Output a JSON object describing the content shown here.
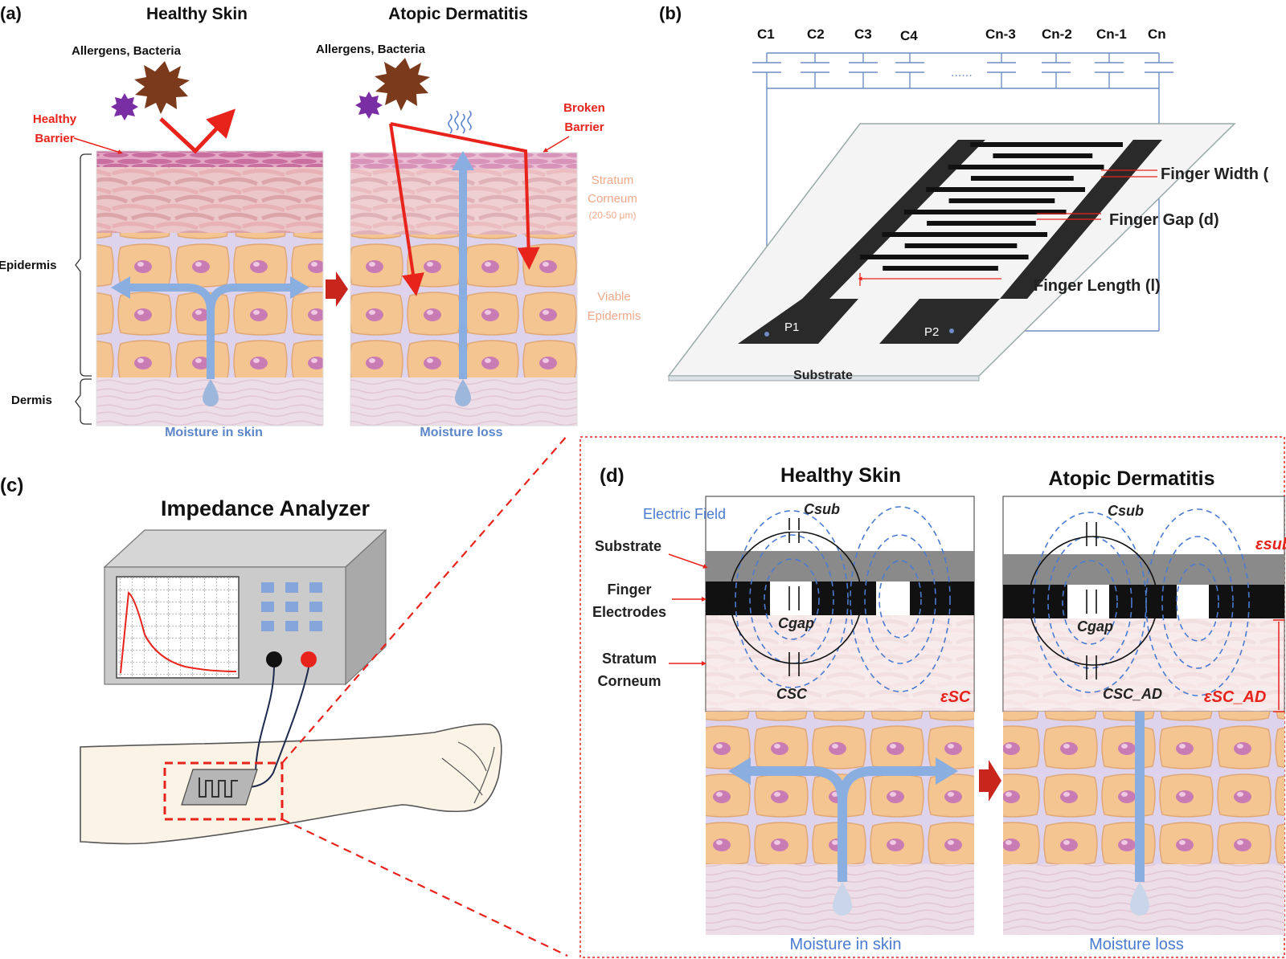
{
  "panel_a": {
    "label": "(a)",
    "title_healthy": "Healthy Skin",
    "title_ad": "Atopic Dermatitis",
    "allergens_left": "Allergens, Bacteria",
    "allergens_right": "Allergens, Bacteria",
    "healthy_barrier": [
      "Healthy",
      "Barrier"
    ],
    "broken_barrier": [
      "Broken",
      "Barrier"
    ],
    "stratum_corneum": [
      "Stratum",
      "Corneum",
      "(20-50 μm)"
    ],
    "viable_epidermis": [
      "Viable",
      "Epidermis"
    ],
    "epidermis": "Epidermis",
    "dermis": "Dermis",
    "moisture_in": "Moisture in skin",
    "moisture_loss": "Moisture loss"
  },
  "panel_b": {
    "label": "(b)",
    "capacitors": [
      "C1",
      "C2",
      "C3",
      "C4",
      "Cn-3",
      "Cn-2",
      "Cn-1",
      "Cn"
    ],
    "dots": "......",
    "finger_width": "Finger Width (",
    "finger_gap": "Finger Gap (d)",
    "finger_length": "Finger Length (l)",
    "p1": "P1",
    "p2": "P2",
    "substrate": "Substrate"
  },
  "panel_c": {
    "label": "(c)",
    "title": "Impedance Analyzer"
  },
  "panel_d": {
    "label": "(d)",
    "title_healthy": "Healthy Skin",
    "title_ad": "Atopic Dermatitis",
    "electric_field": "Electric Field",
    "substrate": "Substrate",
    "finger_electrodes": [
      "Finger",
      "Electrodes"
    ],
    "stratum_corneum": [
      "Stratum",
      "Corneum"
    ],
    "c_sub": "Csub",
    "c_gap": "Cgap",
    "c_sc": "CSC",
    "c_sc_ad": "CSC_AD",
    "eps_sc": "εSC",
    "eps_sc_ad": "εSC_AD",
    "eps_sub": "εsub",
    "moisture_in": "Moisture in skin",
    "moisture_loss": "Moisture loss"
  },
  "colors": {
    "red": "#e8231c",
    "blue_arrow": "#8aaee0",
    "blue_text": "#3f78c8",
    "cell": "#f2c08a",
    "purple_bg": "#d9d2ec",
    "dermis": "#ecdbe4",
    "barrier": "#c96fa0",
    "electrode": "#111111",
    "substrate": "#8a8a8a"
  }
}
